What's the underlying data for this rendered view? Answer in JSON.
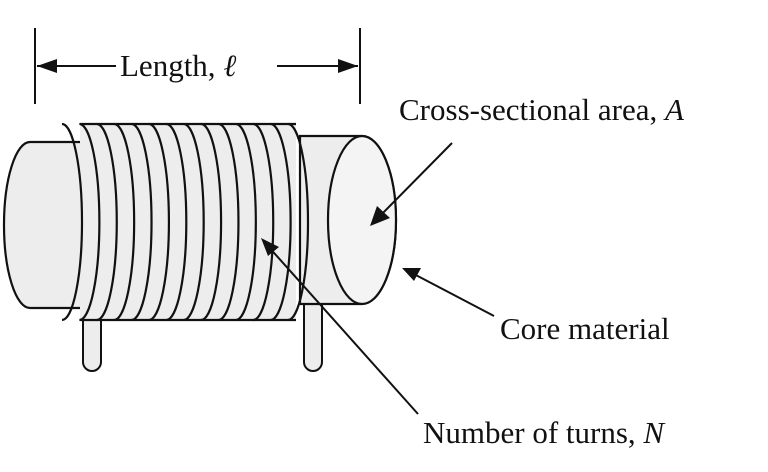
{
  "labels": {
    "length_text": "Length, ",
    "length_symbol": "ℓ",
    "area_text": "Cross-sectional area, ",
    "area_symbol": "A",
    "core_text": "Core material",
    "turns_text": "Number of turns, ",
    "turns_symbol": "N"
  },
  "colors": {
    "core_fill": "#ededed",
    "outline": "#111111",
    "background": "#ffffff"
  },
  "figure": {
    "turn_count": 14
  }
}
